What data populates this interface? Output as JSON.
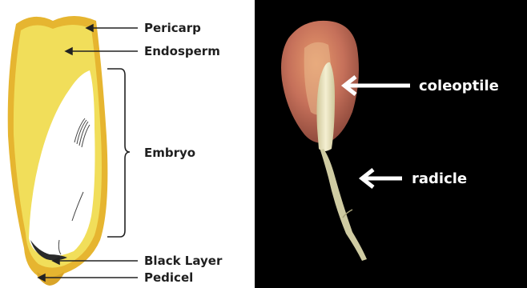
{
  "kernel_diagram": {
    "labels": {
      "pericarp": "Pericarp",
      "endosperm": "Endosperm",
      "embryo": "Embryo",
      "black_layer": "Black Layer",
      "pedicel": "Pedicel"
    },
    "colors": {
      "pericarp": "#e6b530",
      "endosperm": "#f1de5a",
      "embryo": "#ffffff",
      "black_layer": "#2a2a2a",
      "leader_line": "#222222"
    }
  },
  "seedling_photo": {
    "labels": {
      "coleoptile": "coleoptile",
      "radicle": "radicle"
    },
    "colors": {
      "background": "#000000",
      "kernel": "#c87a63",
      "coleoptile": "#e4dcb2",
      "radicle": "#cfcba2",
      "arrow": "#ffffff"
    }
  }
}
